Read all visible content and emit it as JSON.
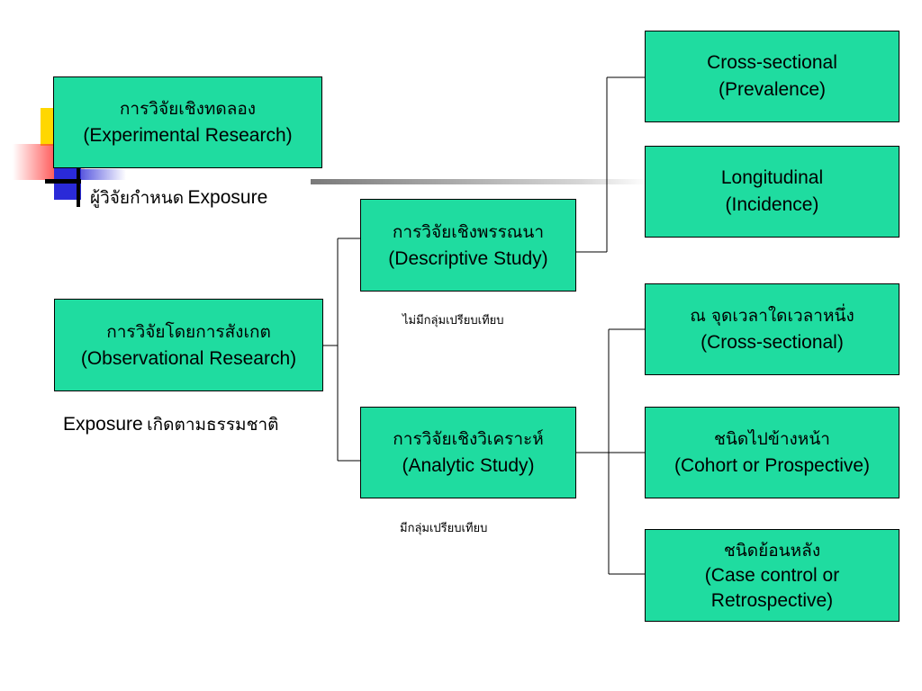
{
  "colors": {
    "box_fill": "#1fdca0",
    "connector": "#000000",
    "deco_yellow": "#ffd700",
    "deco_red": "#ff3b3b",
    "deco_blue": "#2a2ad8",
    "deco_line": "#8c8c8c"
  },
  "boxes": {
    "experimental": {
      "th": "การวิจัยเชิงทดลอง",
      "en": "(Experimental Research)"
    },
    "observational": {
      "th": "การวิจัยโดยการสังเกต",
      "en": "(Observational Research)"
    },
    "descriptive": {
      "th": "การวิจัยเชิงพรรณนา",
      "en": "(Descriptive Study)"
    },
    "analytic": {
      "th": "การวิจัยเชิงวิเคราะห์",
      "en": "(Analytic Study)"
    },
    "cross_sectional_prevalence": {
      "line1": "Cross-sectional",
      "line2": "(Prevalence)"
    },
    "longitudinal": {
      "line1": "Longitudinal",
      "line2": "(Incidence)"
    },
    "cross_sectional_point": {
      "th": "ณ จุดเวลาใดเวลาหนึ่ง",
      "en": "(Cross-sectional)"
    },
    "cohort": {
      "th": "ชนิดไปข้างหน้า",
      "en": "(Cohort or Prospective)"
    },
    "case_control": {
      "th": "ชนิดย้อนหลัง",
      "line1": "(Case control or",
      "line2": "Retrospective)"
    }
  },
  "labels": {
    "researcher_exposure_th": "ผู้วิจัยกำหนด",
    "researcher_exposure_en": "Exposure",
    "natural_exposure_en": "Exposure",
    "natural_exposure_th": "เกิดตามธรรมชาติ",
    "no_comparison": "ไม่มีกลุ่มเปรียบเทียบ",
    "has_comparison": "มีกลุ่มเปรียบเทียบ"
  }
}
